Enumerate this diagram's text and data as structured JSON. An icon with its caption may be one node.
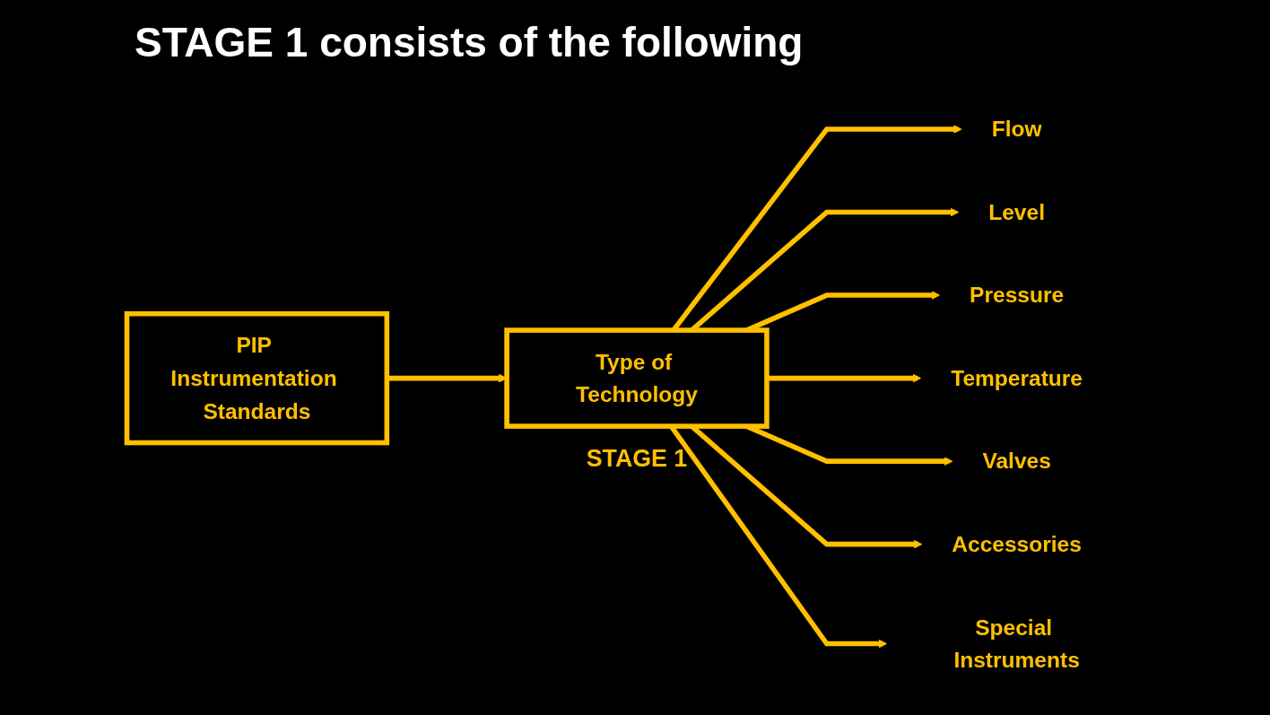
{
  "diagram": {
    "title": "STAGE 1 consists of the following",
    "nodes": [
      {
        "text": [
          "PIP Instrumentation Standards"
        ]
      },
      {
        "text": [
          "Type of Technology"
        ],
        "beside": [
          "STAGE 1"
        ]
      },
      {
        "text": [
          "Flow"
        ]
      },
      {
        "text": [
          "Level"
        ]
      },
      {
        "text": [
          "Pressure"
        ]
      },
      {
        "text": [
          "Temperature"
        ]
      },
      {
        "text": [
          "Valves"
        ]
      },
      {
        "text": [
          "Accessories"
        ]
      },
      {
        "text": [
          "Special Instruments"
        ]
      }
    ],
    "edges": [
      {
        "from": 0,
        "to": 1,
        "arrow": "to"
      },
      {
        "from": 1,
        "to": 2,
        "arrow": "to"
      },
      {
        "from": 1,
        "to": 3,
        "arrow": "to"
      },
      {
        "from": 1,
        "to": 4,
        "arrow": "to"
      },
      {
        "from": 1,
        "to": 5,
        "arrow": "to"
      },
      {
        "from": 1,
        "to": 6,
        "arrow": "to"
      },
      {
        "from": 1,
        "to": 7,
        "arrow": "to"
      },
      {
        "from": 1,
        "to": 8,
        "arrow": "to"
      }
    ]
  }
}
